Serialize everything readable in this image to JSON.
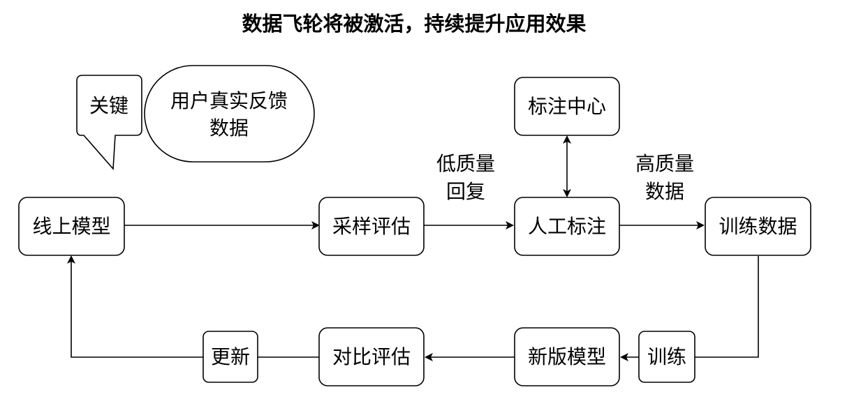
{
  "title": "数据飞轮将被激活，持续提升应用效果",
  "callouts": {
    "key": "关键",
    "feedback_line1": "用户真实反馈",
    "feedback_line2": "数据"
  },
  "nodes": {
    "online_model": "线上模型",
    "sampling_eval": "采样评估",
    "human_label": "人工标注",
    "training_data": "训练数据",
    "label_center": "标注中心",
    "new_model": "新版模型",
    "compare_eval": "对比评估",
    "train": "训练",
    "update": "更新"
  },
  "edge_labels": {
    "low_quality_line1": "低质量",
    "low_quality_line2": "回复",
    "high_quality_line1": "高质量",
    "high_quality_line2": "数据"
  }
}
